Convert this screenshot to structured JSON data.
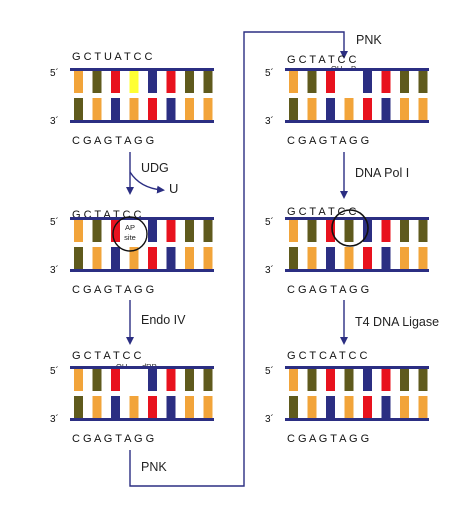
{
  "colors": {
    "backbone": "#2b2e82",
    "A": "#2b2e82",
    "T": "#e8121e",
    "G": "#f2a43a",
    "C": "#5f5a1d",
    "U": "#ffff33",
    "arrow": "#2b2e82"
  },
  "strand_labels": {
    "five_prime": "5´",
    "three_prime": "3´"
  },
  "panels": [
    {
      "id": "p1",
      "top": "GCTUATCC",
      "bottom": "CGAGTAGG",
      "top_text": "G C T U A T C C",
      "bottom_text": "C G A G T A G G"
    },
    {
      "id": "p2",
      "top": "GCT_ATCC",
      "bottom": "CGAGTAGG",
      "top_text": "G C T   A T C C",
      "bottom_text": "C G A G T A G G",
      "circle_label_1": "AP",
      "circle_label_2": "site"
    },
    {
      "id": "p3",
      "top": "GCT_ATCC",
      "bottom": "CGAGTAGG",
      "top_text": "G C T   A T C C",
      "bottom_text": "C G A G T A G G",
      "nick_left": "OH",
      "nick_right": "dRP"
    },
    {
      "id": "p4",
      "top": "GCT_ATCC",
      "bottom": "CGAGTAGG",
      "top_text": "G C T   A T C C",
      "bottom_text": "C G A G T A G G",
      "nick_left": "OH",
      "nick_right": "P"
    },
    {
      "id": "p5",
      "top": "GCTCATCC",
      "bottom": "CGAGTAGG",
      "top_text": "G C T   A T C C",
      "bottom_text": "C G A G T A G G"
    },
    {
      "id": "p6",
      "top": "GCTCATCC",
      "bottom": "CGAGTAGG",
      "top_text": "G C T C A T C C",
      "bottom_text": "C G A G T A G G"
    }
  ],
  "steps": {
    "udg": "UDG",
    "u_released": "U",
    "endo": "Endo IV",
    "pnk_bottom": "PNK",
    "pnk_top": "PNK",
    "pol": "DNA Pol I",
    "ligase": "T4 DNA Ligase"
  }
}
